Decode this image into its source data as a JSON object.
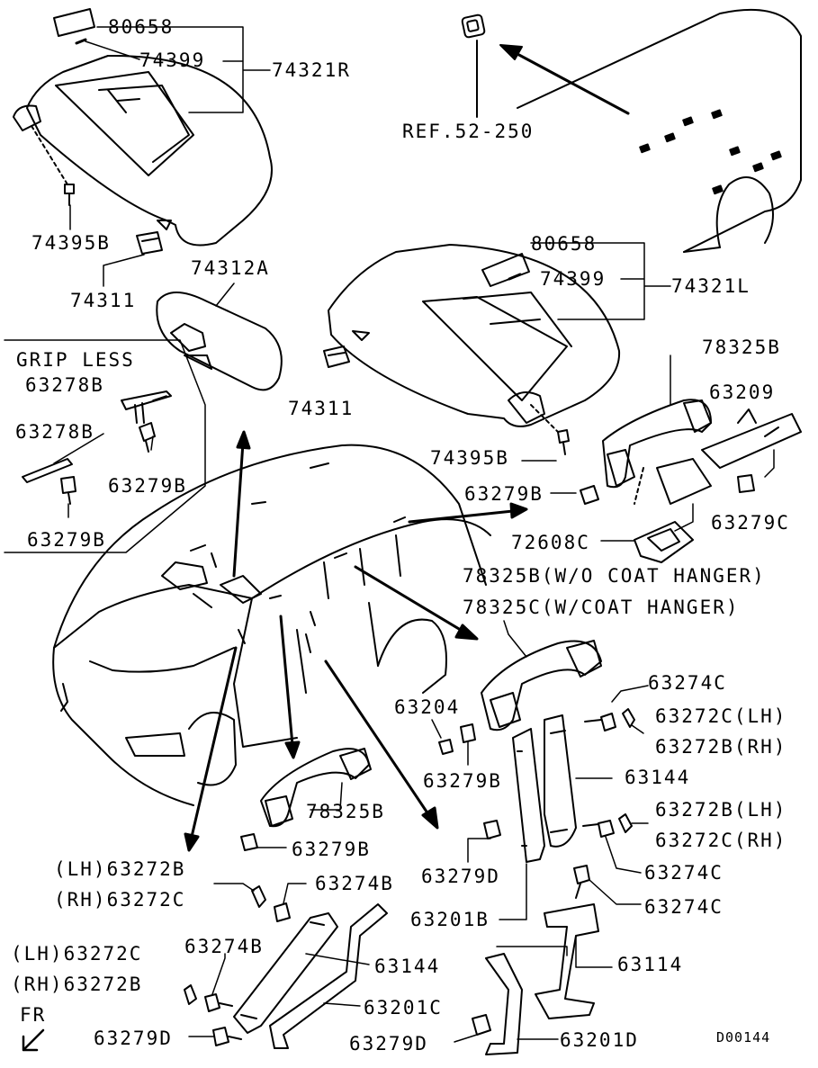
{
  "drawing_id": "D00144",
  "direction_marker": "FR",
  "labels": {
    "p80658_r": "80658",
    "p74399_r": "74399",
    "p74321r": "74321R",
    "ref": "REF.52-250",
    "p74395b_r": "74395B",
    "p74311_r": "74311",
    "p74312a": "74312A",
    "p80658_l": "80658",
    "p74399_l": "74399",
    "p74321l": "74321L",
    "p74311_l": "74311",
    "grip_less": "GRIP LESS",
    "p63278b_1": "63278B",
    "p63278b_2": "63278B",
    "p63279b_a": "63279B",
    "p63279b_b": "63279B",
    "p78325b_top": "78325B",
    "p63209": "63209",
    "p74395b_l": "74395B",
    "p63279b_c": "63279B",
    "p63279c": "63279C",
    "p72608c": "72608C",
    "p78325b_note": "78325B(W/O COAT HANGER)",
    "p78325c_note": "78325C(W/COAT HANGER)",
    "p63204": "63204",
    "p63274c_1": "63274C",
    "p63272c_lh": "63272C(LH)",
    "p63272b_rh": "63272B(RH)",
    "p63279b_d": "63279B",
    "p63144_r": "63144",
    "p78325b_mid": "78325B",
    "p63272b_lh": "63272B(LH)",
    "p63272c_rh": "63272C(RH)",
    "p63279b_e": "63279B",
    "p63279d_r": "63279D",
    "p63274c_2": "63274C",
    "p63274c_3": "63274C",
    "lh_63272b": "(LH)63272B",
    "rh_63272c": "(RH)63272C",
    "p63274b_1": "63274B",
    "p63201b": "63201B",
    "p63274b_2": "63274B",
    "lh_63272c": "(LH)63272C",
    "p63144_l": "63144",
    "p63114": "63114",
    "rh_63272b": "(RH)63272B",
    "p63201c": "63201C",
    "p63279d_l": "63279D",
    "p63279d_b": "63279D",
    "p63201d": "63201D"
  }
}
